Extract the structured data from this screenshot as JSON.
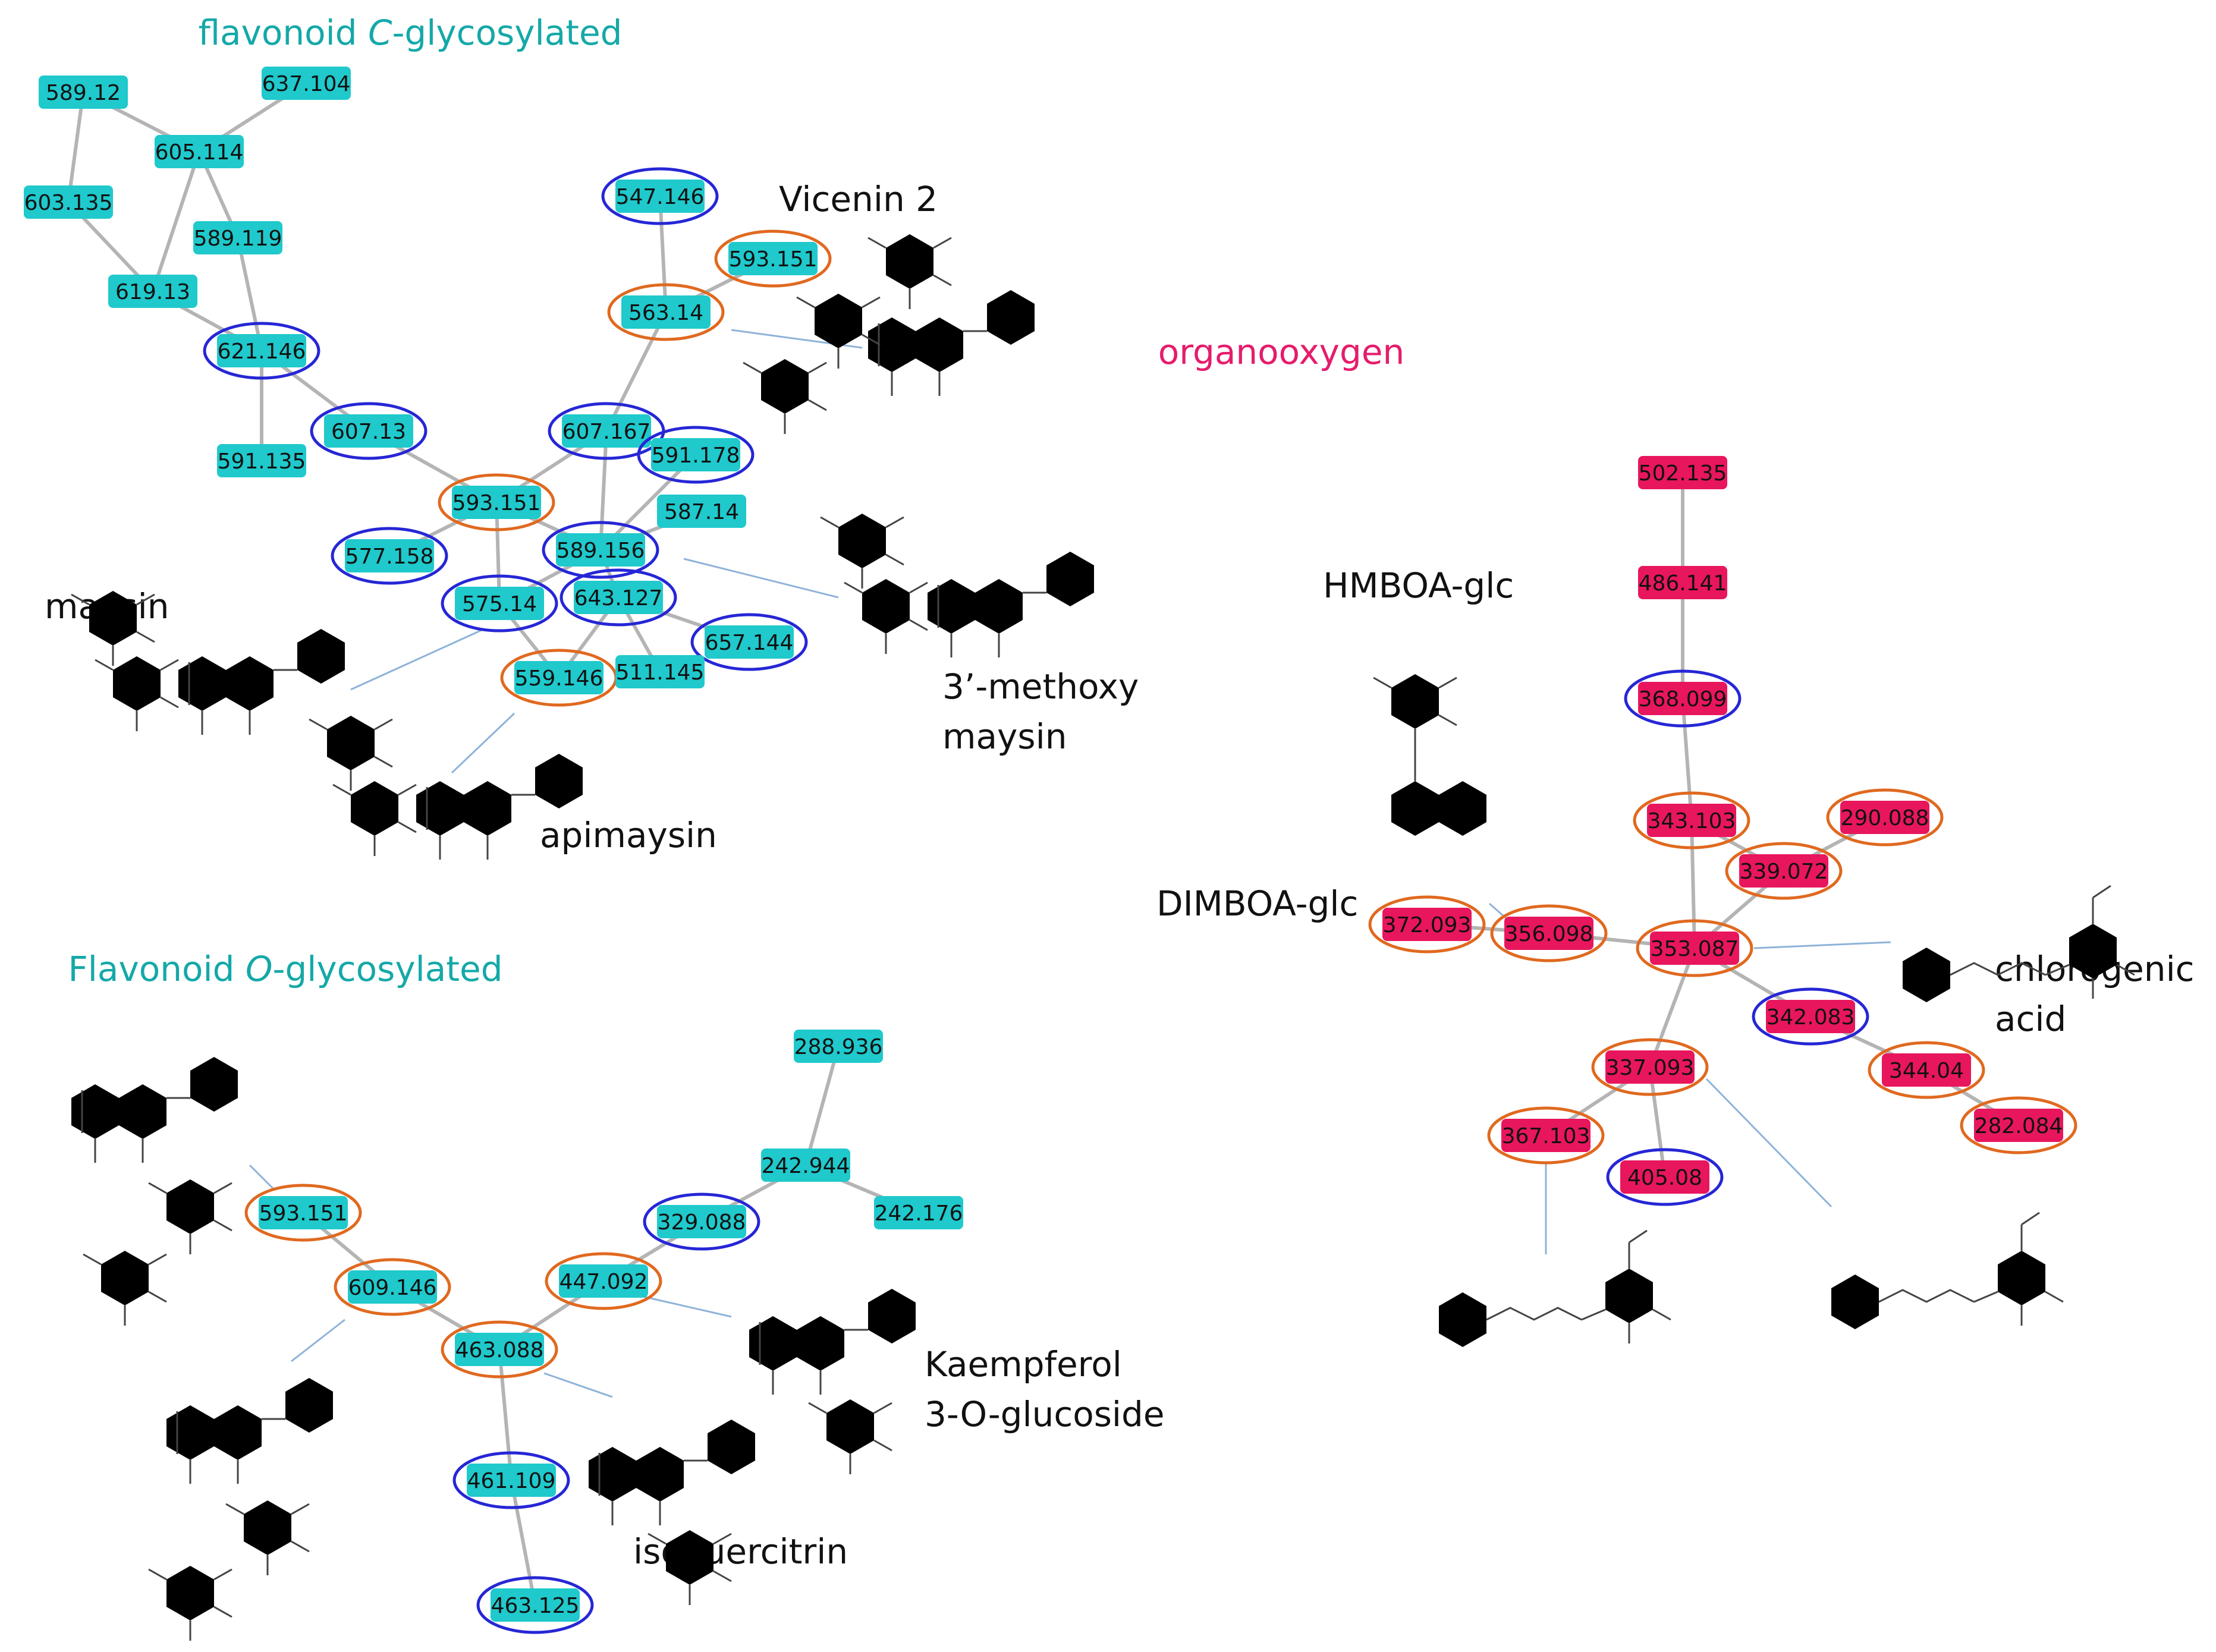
{
  "colors": {
    "teal": "#1fc9cc",
    "magenta": "#e8165d",
    "blue_ring": "#2626d6",
    "orange_ring": "#e0691f",
    "title_teal": "#15a8a8",
    "title_magenta": "#e51c6b"
  },
  "groups": [
    {
      "id": "c_gly",
      "title_parts": [
        "flavonoid ",
        "C",
        "-glycosylated"
      ],
      "color": "title_teal"
    },
    {
      "id": "o_gly",
      "title_parts": [
        "Flavonoid ",
        "O",
        "-glycosylated"
      ],
      "color": "title_teal"
    },
    {
      "id": "organo",
      "title_parts": [
        "organooxygen",
        "",
        ""
      ],
      "color": "title_magenta"
    }
  ],
  "nodes": [
    {
      "id": "n589_12",
      "label": "589.12",
      "fill": "teal",
      "ring": null
    },
    {
      "id": "n637_104",
      "label": "637.104",
      "fill": "teal",
      "ring": null
    },
    {
      "id": "n605_114",
      "label": "605.114",
      "fill": "teal",
      "ring": null
    },
    {
      "id": "n603_135",
      "label": "603.135",
      "fill": "teal",
      "ring": null
    },
    {
      "id": "n589_119",
      "label": "589.119",
      "fill": "teal",
      "ring": null
    },
    {
      "id": "n619_13",
      "label": "619.13",
      "fill": "teal",
      "ring": null
    },
    {
      "id": "n621_146",
      "label": "621.146",
      "fill": "teal",
      "ring": "blue"
    },
    {
      "id": "n607_13",
      "label": "607.13",
      "fill": "teal",
      "ring": "blue"
    },
    {
      "id": "n591_135",
      "label": "591.135",
      "fill": "teal",
      "ring": null
    },
    {
      "id": "n547_146",
      "label": "547.146",
      "fill": "teal",
      "ring": "blue"
    },
    {
      "id": "n593_151a",
      "label": "593.151",
      "fill": "teal",
      "ring": "orange"
    },
    {
      "id": "n563_14",
      "label": "563.14",
      "fill": "teal",
      "ring": "orange"
    },
    {
      "id": "n607_167",
      "label": "607.167",
      "fill": "teal",
      "ring": "blue"
    },
    {
      "id": "n591_178",
      "label": "591.178",
      "fill": "teal",
      "ring": "blue"
    },
    {
      "id": "n593_151b",
      "label": "593.151",
      "fill": "teal",
      "ring": "orange"
    },
    {
      "id": "n587_14",
      "label": "587.14",
      "fill": "teal",
      "ring": null
    },
    {
      "id": "n577_158",
      "label": "577.158",
      "fill": "teal",
      "ring": "blue"
    },
    {
      "id": "n589_156",
      "label": "589.156",
      "fill": "teal",
      "ring": "blue"
    },
    {
      "id": "n575_14",
      "label": "575.14",
      "fill": "teal",
      "ring": "blue"
    },
    {
      "id": "n643_127",
      "label": "643.127",
      "fill": "teal",
      "ring": "blue"
    },
    {
      "id": "n657_144",
      "label": "657.144",
      "fill": "teal",
      "ring": "blue"
    },
    {
      "id": "n559_146",
      "label": "559.146",
      "fill": "teal",
      "ring": "orange"
    },
    {
      "id": "n511_145",
      "label": "511.145",
      "fill": "teal",
      "ring": null
    },
    {
      "id": "n288_936",
      "label": "288.936",
      "fill": "teal",
      "ring": null
    },
    {
      "id": "n242_944",
      "label": "242.944",
      "fill": "teal",
      "ring": null
    },
    {
      "id": "n242_176",
      "label": "242.176",
      "fill": "teal",
      "ring": null
    },
    {
      "id": "n329_088",
      "label": "329.088",
      "fill": "teal",
      "ring": "blue"
    },
    {
      "id": "n593_151c",
      "label": "593.151",
      "fill": "teal",
      "ring": "orange"
    },
    {
      "id": "n609_146",
      "label": "609.146",
      "fill": "teal",
      "ring": "orange"
    },
    {
      "id": "n447_092",
      "label": "447.092",
      "fill": "teal",
      "ring": "orange"
    },
    {
      "id": "n463_088",
      "label": "463.088",
      "fill": "teal",
      "ring": "orange"
    },
    {
      "id": "n461_109",
      "label": "461.109",
      "fill": "teal",
      "ring": "blue"
    },
    {
      "id": "n463_125",
      "label": "463.125",
      "fill": "teal",
      "ring": "blue"
    },
    {
      "id": "n502_135",
      "label": "502.135",
      "fill": "magenta",
      "ring": null
    },
    {
      "id": "n486_141",
      "label": "486.141",
      "fill": "magenta",
      "ring": null
    },
    {
      "id": "n368_099",
      "label": "368.099",
      "fill": "magenta",
      "ring": "blue"
    },
    {
      "id": "n343_103",
      "label": "343.103",
      "fill": "magenta",
      "ring": "orange"
    },
    {
      "id": "n290_088",
      "label": "290.088",
      "fill": "magenta",
      "ring": "orange"
    },
    {
      "id": "n339_072",
      "label": "339.072",
      "fill": "magenta",
      "ring": "orange"
    },
    {
      "id": "n372_093",
      "label": "372.093",
      "fill": "magenta",
      "ring": "orange"
    },
    {
      "id": "n356_098",
      "label": "356.098",
      "fill": "magenta",
      "ring": "orange"
    },
    {
      "id": "n353_087",
      "label": "353.087",
      "fill": "magenta",
      "ring": "orange"
    },
    {
      "id": "n342_083",
      "label": "342.083",
      "fill": "magenta",
      "ring": "blue"
    },
    {
      "id": "n337_093",
      "label": "337.093",
      "fill": "magenta",
      "ring": "orange"
    },
    {
      "id": "n344_04",
      "label": "344.04",
      "fill": "magenta",
      "ring": "orange"
    },
    {
      "id": "n282_084",
      "label": "282.084",
      "fill": "magenta",
      "ring": "orange"
    },
    {
      "id": "n367_103",
      "label": "367.103",
      "fill": "magenta",
      "ring": "orange"
    },
    {
      "id": "n405_08",
      "label": "405.08",
      "fill": "magenta",
      "ring": "blue"
    }
  ],
  "edges": [
    [
      "n589_12",
      "n605_114"
    ],
    [
      "n637_104",
      "n605_114"
    ],
    [
      "n589_12",
      "n603_135"
    ],
    [
      "n605_114",
      "n589_119"
    ],
    [
      "n605_114",
      "n619_13"
    ],
    [
      "n603_135",
      "n619_13"
    ],
    [
      "n619_13",
      "n621_146"
    ],
    [
      "n589_119",
      "n621_146"
    ],
    [
      "n621_146",
      "n591_135"
    ],
    [
      "n621_146",
      "n607_13"
    ],
    [
      "n607_13",
      "n593_151b"
    ],
    [
      "n547_146",
      "n563_14"
    ],
    [
      "n593_151a",
      "n563_14"
    ],
    [
      "n563_14",
      "n607_167"
    ],
    [
      "n607_167",
      "n593_151b"
    ],
    [
      "n607_167",
      "n591_178"
    ],
    [
      "n607_167",
      "n589_156"
    ],
    [
      "n593_151b",
      "n589_156"
    ],
    [
      "n593_151b",
      "n577_158"
    ],
    [
      "n593_151b",
      "n575_14"
    ],
    [
      "n591_178",
      "n589_156"
    ],
    [
      "n587_14",
      "n589_156"
    ],
    [
      "n589_156",
      "n575_14"
    ],
    [
      "n589_156",
      "n643_127"
    ],
    [
      "n575_14",
      "n559_146"
    ],
    [
      "n643_127",
      "n559_146"
    ],
    [
      "n643_127",
      "n657_144"
    ],
    [
      "n643_127",
      "n511_145"
    ],
    [
      "n288_936",
      "n242_944"
    ],
    [
      "n242_944",
      "n242_176"
    ],
    [
      "n242_944",
      "n329_088"
    ],
    [
      "n329_088",
      "n447_092"
    ],
    [
      "n447_092",
      "n463_088"
    ],
    [
      "n609_146",
      "n463_088"
    ],
    [
      "n593_151c",
      "n609_146"
    ],
    [
      "n463_088",
      "n461_109"
    ],
    [
      "n461_109",
      "n463_125"
    ],
    [
      "n502_135",
      "n486_141"
    ],
    [
      "n486_141",
      "n368_099"
    ],
    [
      "n368_099",
      "n343_103"
    ],
    [
      "n343_103",
      "n353_087"
    ],
    [
      "n343_103",
      "n339_072"
    ],
    [
      "n339_072",
      "n290_088"
    ],
    [
      "n339_072",
      "n353_087"
    ],
    [
      "n372_093",
      "n356_098"
    ],
    [
      "n356_098",
      "n353_087"
    ],
    [
      "n353_087",
      "n342_083"
    ],
    [
      "n353_087",
      "n337_093"
    ],
    [
      "n342_083",
      "n344_04"
    ],
    [
      "n344_04",
      "n282_084"
    ],
    [
      "n337_093",
      "n367_103"
    ],
    [
      "n337_093",
      "n405_08"
    ]
  ],
  "annotations": [
    {
      "id": "vicenin",
      "lines": [
        "Vicenin 2"
      ]
    },
    {
      "id": "maysin",
      "lines": [
        "maysin"
      ]
    },
    {
      "id": "methoxy",
      "lines": [
        "3’-methoxy",
        "maysin"
      ]
    },
    {
      "id": "apimaysin",
      "lines": [
        "apimaysin"
      ]
    },
    {
      "id": "kaempferol",
      "lines": [
        "Kaempferol",
        "3-O-glucoside"
      ]
    },
    {
      "id": "isoquercitrin",
      "lines": [
        "isoquercitrin"
      ]
    },
    {
      "id": "hmboa",
      "lines": [
        "HMBOA-glc"
      ]
    },
    {
      "id": "dimboa",
      "lines": [
        "DIMBOA-glc"
      ]
    },
    {
      "id": "chlorogenic",
      "lines": [
        "chlorogenic",
        "acid"
      ]
    }
  ],
  "structures": [
    {
      "id": "s-vicenin",
      "type": "flavone-c-diglycoside"
    },
    {
      "id": "s-methoxy-maysin",
      "type": "flavone-c-glycoside"
    },
    {
      "id": "s-maysin",
      "type": "flavone-c-glycoside"
    },
    {
      "id": "s-apimaysin",
      "type": "flavone-c-glycoside"
    },
    {
      "id": "s-kaempferol-rutinoside",
      "type": "flavonol-o-diglycoside"
    },
    {
      "id": "s-rutin",
      "type": "flavonol-o-diglycoside"
    },
    {
      "id": "s-isoquercitrin",
      "type": "flavonol-o-glycoside"
    },
    {
      "id": "s-kaempferol-glucoside",
      "type": "flavonol-o-glycoside"
    },
    {
      "id": "s-hmboa-glc",
      "type": "benzoxazinoid-glucoside"
    },
    {
      "id": "s-chlorogenic",
      "type": "caffeoylquinic-acid"
    },
    {
      "id": "s-feruloylquinic",
      "type": "feruloylquinic-acid"
    },
    {
      "id": "s-coumaroylquinic",
      "type": "coumaroylquinic-acid"
    }
  ]
}
